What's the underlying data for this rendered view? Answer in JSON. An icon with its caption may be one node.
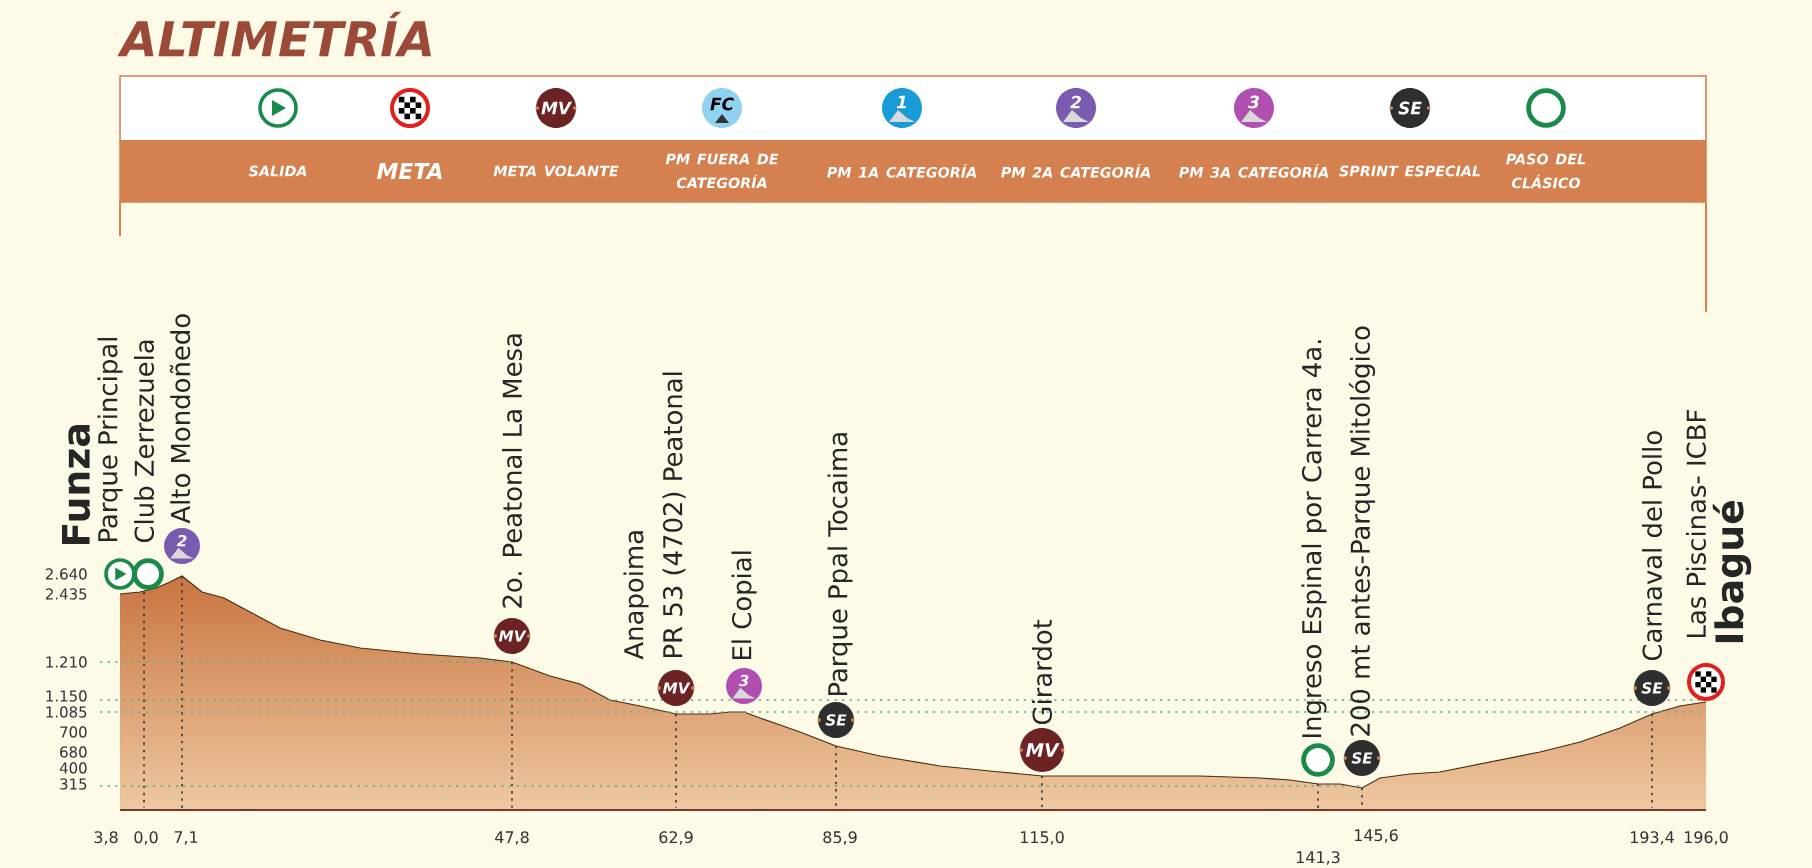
{
  "diagram": {
    "title": "ALTIMETRÍA",
    "labels": [
      "Funza",
      "Parque Principal",
      "Club Zerrezuela",
      "Alto Mondoñedo",
      "2o. Peatonal La Mesa",
      "Anapoima",
      "PR 53 (4702) Peatonal",
      "El Copial",
      "Parque Ppal Tocaima",
      "Girardot",
      "Ingreso Espinal por Carrera 4a.",
      "200 mt antes-Parque Mitológico",
      "Carnaval del Pollo",
      "Las Piscinas- ICBF",
      "Ibagué",
      "2.640",
      "2.435",
      "1.210",
      "1.150",
      "1.085",
      "700",
      "680",
      "400",
      "315",
      "3,8",
      "0,0",
      "7,1",
      "47,8",
      "62,9",
      "85,9",
      "115,0",
      "141,3",
      "145,6",
      "193,4",
      "196,0",
      "MV",
      "FC",
      "1",
      "2",
      "3",
      "SE",
      "2",
      "MV",
      "MV",
      "3",
      "SE",
      "MV",
      "SE",
      "SE"
    ],
    "legend": [
      {
        "text": "SALIDA"
      },
      {
        "text": "META"
      },
      {
        "text": "META VOLANTE"
      },
      {
        "text": "PM FUERA DE CATEGORÍA"
      },
      {
        "text": "PM 1A CATEGORÍA"
      },
      {
        "text": "PM 2A CATEGORÍA"
      },
      {
        "text": "PM 3A CATEGORÍA"
      },
      {
        "text": "SPRINT ESPECIAL"
      },
      {
        "text": "PASO DEL CLÁSICO"
      }
    ]
  }
}
